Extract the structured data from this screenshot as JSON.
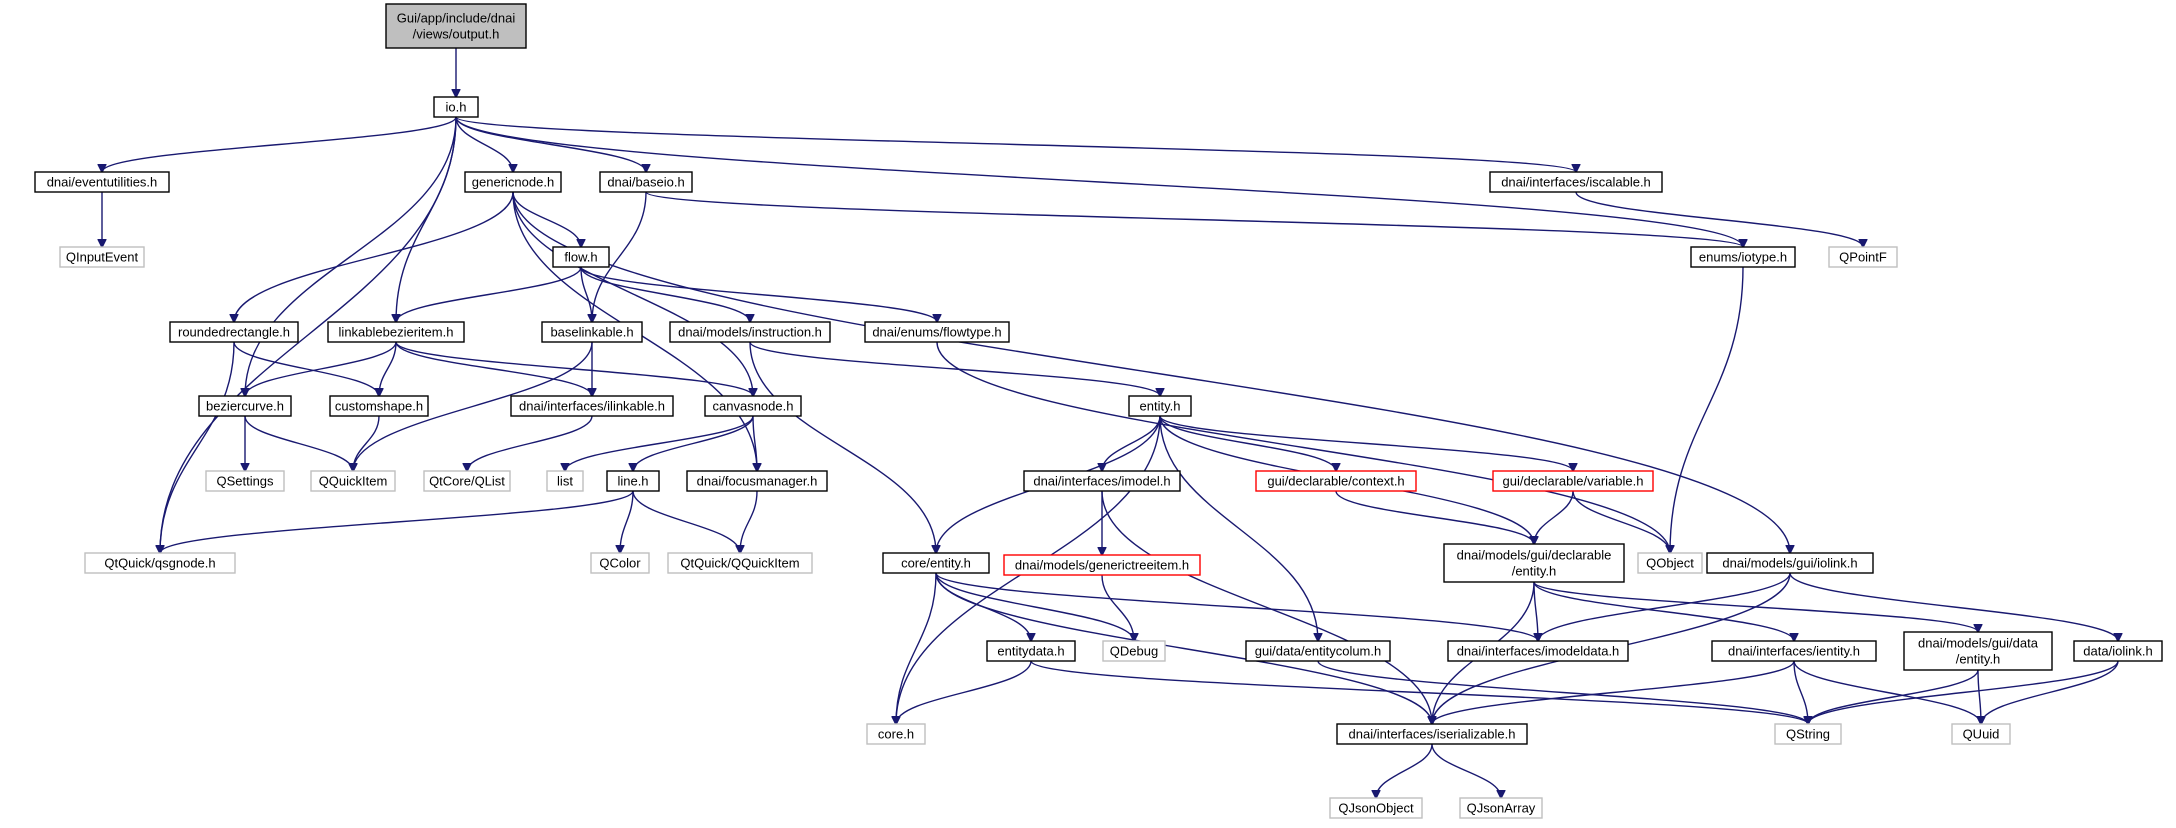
{
  "graph": {
    "title": "",
    "nodes": [
      {
        "id": "output",
        "label": "Gui/app/include/dnai\n/views/output.h",
        "kind": "root"
      },
      {
        "id": "io",
        "label": "io.h",
        "kind": "normal"
      },
      {
        "id": "eventutilities",
        "label": "dnai/eventutilities.h",
        "kind": "normal"
      },
      {
        "id": "genericnode",
        "label": "genericnode.h",
        "kind": "normal"
      },
      {
        "id": "baseio",
        "label": "dnai/baseio.h",
        "kind": "normal"
      },
      {
        "id": "iscalable",
        "label": "dnai/interfaces/iscalable.h",
        "kind": "normal"
      },
      {
        "id": "qinputevent",
        "label": "QInputEvent",
        "kind": "ext"
      },
      {
        "id": "flow",
        "label": "flow.h",
        "kind": "normal"
      },
      {
        "id": "iotype",
        "label": "enums/iotype.h",
        "kind": "normal"
      },
      {
        "id": "qpointf",
        "label": "QPointF",
        "kind": "ext"
      },
      {
        "id": "roundedrectangle",
        "label": "roundedrectangle.h",
        "kind": "normal"
      },
      {
        "id": "linkablebezieritem",
        "label": "linkablebezieritem.h",
        "kind": "normal"
      },
      {
        "id": "baselinkable",
        "label": "baselinkable.h",
        "kind": "normal"
      },
      {
        "id": "instruction",
        "label": "dnai/models/instruction.h",
        "kind": "normal"
      },
      {
        "id": "flowtype",
        "label": "dnai/enums/flowtype.h",
        "kind": "normal"
      },
      {
        "id": "beziercurve",
        "label": "beziercurve.h",
        "kind": "normal"
      },
      {
        "id": "customshape",
        "label": "customshape.h",
        "kind": "normal"
      },
      {
        "id": "ilinkable",
        "label": "dnai/interfaces/ilinkable.h",
        "kind": "normal"
      },
      {
        "id": "canvasnode",
        "label": "canvasnode.h",
        "kind": "normal"
      },
      {
        "id": "entity",
        "label": "entity.h",
        "kind": "normal"
      },
      {
        "id": "qsettings",
        "label": "QSettings",
        "kind": "ext"
      },
      {
        "id": "qquickitem",
        "label": "QQuickItem",
        "kind": "ext"
      },
      {
        "id": "qlist",
        "label": "QtCore/QList",
        "kind": "ext"
      },
      {
        "id": "list",
        "label": "list",
        "kind": "ext"
      },
      {
        "id": "line",
        "label": "line.h",
        "kind": "normal"
      },
      {
        "id": "focusmanager",
        "label": "dnai/focusmanager.h",
        "kind": "normal"
      },
      {
        "id": "imodel",
        "label": "dnai/interfaces/imodel.h",
        "kind": "normal"
      },
      {
        "id": "context",
        "label": "gui/declarable/context.h",
        "kind": "warn"
      },
      {
        "id": "variable",
        "label": "gui/declarable/variable.h",
        "kind": "warn"
      },
      {
        "id": "qsgnode",
        "label": "QtQuick/qsgnode.h",
        "kind": "ext"
      },
      {
        "id": "qcolor",
        "label": "QColor",
        "kind": "ext"
      },
      {
        "id": "qtquickitem",
        "label": "QtQuick/QQuickItem",
        "kind": "ext"
      },
      {
        "id": "coreentity",
        "label": "core/entity.h",
        "kind": "normal"
      },
      {
        "id": "generictreeitem",
        "label": "dnai/models/generictreeitem.h",
        "kind": "warn"
      },
      {
        "id": "guideclentity",
        "label": "dnai/models/gui/declarable\n/entity.h",
        "kind": "normal"
      },
      {
        "id": "qobject",
        "label": "QObject",
        "kind": "ext"
      },
      {
        "id": "iolink",
        "label": "dnai/models/gui/iolink.h",
        "kind": "normal"
      },
      {
        "id": "entitydata",
        "label": "entitydata.h",
        "kind": "normal"
      },
      {
        "id": "qdebug",
        "label": "QDebug",
        "kind": "ext"
      },
      {
        "id": "entitycolum",
        "label": "gui/data/entitycolum.h",
        "kind": "normal"
      },
      {
        "id": "imodeldata",
        "label": "dnai/interfaces/imodeldata.h",
        "kind": "normal"
      },
      {
        "id": "ientity",
        "label": "dnai/interfaces/ientity.h",
        "kind": "normal"
      },
      {
        "id": "guidataentity",
        "label": "dnai/models/gui/data\n/entity.h",
        "kind": "normal"
      },
      {
        "id": "dataiolink",
        "label": "data/iolink.h",
        "kind": "normal"
      },
      {
        "id": "coreh",
        "label": "core.h",
        "kind": "ext"
      },
      {
        "id": "iserializable",
        "label": "dnai/interfaces/iserializable.h",
        "kind": "normal"
      },
      {
        "id": "qstring",
        "label": "QString",
        "kind": "ext"
      },
      {
        "id": "quuid",
        "label": "QUuid",
        "kind": "ext"
      },
      {
        "id": "qjsonobject",
        "label": "QJsonObject",
        "kind": "ext"
      },
      {
        "id": "qjsonarray",
        "label": "QJsonArray",
        "kind": "ext"
      }
    ],
    "edges": [
      [
        "output",
        "io"
      ],
      [
        "io",
        "eventutilities"
      ],
      [
        "io",
        "genericnode"
      ],
      [
        "io",
        "baseio"
      ],
      [
        "io",
        "iscalable"
      ],
      [
        "io",
        "iotype"
      ],
      [
        "io",
        "linkablebezieritem"
      ],
      [
        "io",
        "beziercurve"
      ],
      [
        "io",
        "qsgnode"
      ],
      [
        "eventutilities",
        "qinputevent"
      ],
      [
        "genericnode",
        "flow"
      ],
      [
        "genericnode",
        "roundedrectangle"
      ],
      [
        "genericnode",
        "canvasnode"
      ],
      [
        "genericnode",
        "focusmanager"
      ],
      [
        "genericnode",
        "iolink"
      ],
      [
        "baseio",
        "iotype"
      ],
      [
        "baseio",
        "baselinkable"
      ],
      [
        "iscalable",
        "qpointf"
      ],
      [
        "iotype",
        "qobject"
      ],
      [
        "flow",
        "linkablebezieritem"
      ],
      [
        "flow",
        "baselinkable"
      ],
      [
        "flow",
        "instruction"
      ],
      [
        "flow",
        "flowtype"
      ],
      [
        "flowtype",
        "qobject"
      ],
      [
        "roundedrectangle",
        "customshape"
      ],
      [
        "roundedrectangle",
        "qsgnode"
      ],
      [
        "linkablebezieritem",
        "beziercurve"
      ],
      [
        "linkablebezieritem",
        "customshape"
      ],
      [
        "linkablebezieritem",
        "ilinkable"
      ],
      [
        "linkablebezieritem",
        "canvasnode"
      ],
      [
        "baselinkable",
        "ilinkable"
      ],
      [
        "baselinkable",
        "qquickitem"
      ],
      [
        "instruction",
        "entity"
      ],
      [
        "instruction",
        "coreentity"
      ],
      [
        "beziercurve",
        "qsettings"
      ],
      [
        "beziercurve",
        "qquickitem"
      ],
      [
        "customshape",
        "qquickitem"
      ],
      [
        "ilinkable",
        "qlist"
      ],
      [
        "canvasnode",
        "list"
      ],
      [
        "canvasnode",
        "line"
      ],
      [
        "canvasnode",
        "focusmanager"
      ],
      [
        "line",
        "qcolor"
      ],
      [
        "line",
        "qsgnode"
      ],
      [
        "line",
        "qtquickitem"
      ],
      [
        "focusmanager",
        "qtquickitem"
      ],
      [
        "entity",
        "coreh"
      ],
      [
        "entity",
        "coreentity"
      ],
      [
        "entity",
        "imodel"
      ],
      [
        "entity",
        "context"
      ],
      [
        "entity",
        "variable"
      ],
      [
        "entity",
        "guideclentity"
      ],
      [
        "entity",
        "entitycolum"
      ],
      [
        "imodel",
        "generictreeitem"
      ],
      [
        "imodel",
        "iserializable"
      ],
      [
        "context",
        "guideclentity"
      ],
      [
        "variable",
        "guideclentity"
      ],
      [
        "variable",
        "qobject"
      ],
      [
        "generictreeitem",
        "qdebug"
      ],
      [
        "coreentity",
        "entitydata"
      ],
      [
        "coreentity",
        "qdebug"
      ],
      [
        "coreentity",
        "coreh"
      ],
      [
        "coreentity",
        "imodeldata"
      ],
      [
        "coreentity",
        "iserializable"
      ],
      [
        "entitydata",
        "coreh"
      ],
      [
        "entitydata",
        "qstring"
      ],
      [
        "guideclentity",
        "imodeldata"
      ],
      [
        "guideclentity",
        "iserializable"
      ],
      [
        "guideclentity",
        "ientity"
      ],
      [
        "guideclentity",
        "guidataentity"
      ],
      [
        "iolink",
        "imodeldata"
      ],
      [
        "iolink",
        "iserializable"
      ],
      [
        "iolink",
        "dataiolink"
      ],
      [
        "entitycolum",
        "qstring"
      ],
      [
        "ientity",
        "iserializable"
      ],
      [
        "ientity",
        "qstring"
      ],
      [
        "ientity",
        "quuid"
      ],
      [
        "guidataentity",
        "qstring"
      ],
      [
        "guidataentity",
        "quuid"
      ],
      [
        "dataiolink",
        "qstring"
      ],
      [
        "dataiolink",
        "quuid"
      ],
      [
        "iserializable",
        "qjsonobject"
      ],
      [
        "iserializable",
        "qjsonarray"
      ]
    ]
  },
  "colors": {
    "edge": "#191970",
    "root_fill": "#bfbfbf",
    "normal_border": "#000000",
    "external_border": "#bfbfbf",
    "warning_border": "#ff0000"
  }
}
